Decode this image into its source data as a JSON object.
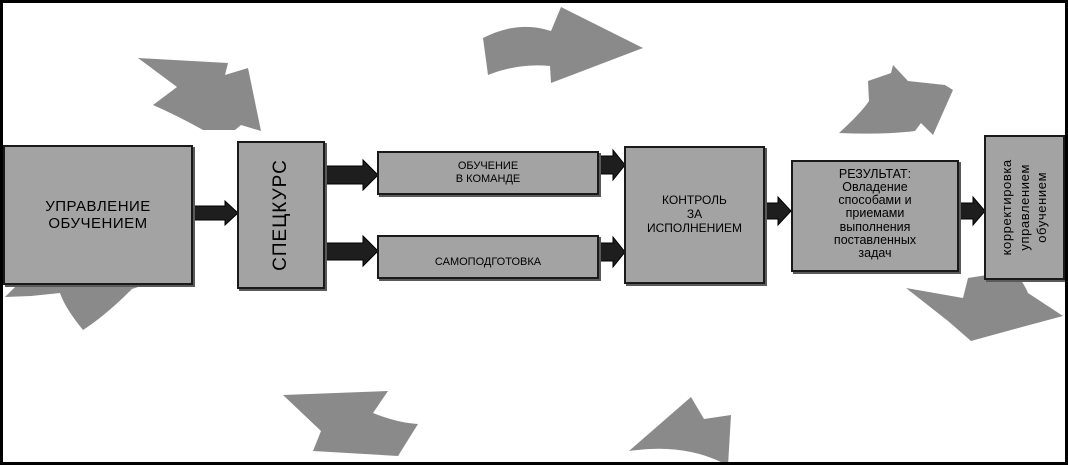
{
  "diagram": {
    "boxes": {
      "management": "УПРАВЛЕНИЕ\nОБУЧЕНИЕМ",
      "special_course": "СПЕЦКУРС",
      "team_training": "ОБУЧЕНИЕ\nВ КОМАНДЕ",
      "self_training": "САМОПОДГОТОВКА",
      "control": "КОНТРОЛЬ\nЗА\nИСПОЛНЕНИЕМ",
      "result": "РЕЗУЛЬТАТ:\nОвладение\nспособами и\nприемами\nвыполнения\nпоставленных\nзадач",
      "correction": [
        "корректировка",
        "управлением",
        "обучением"
      ]
    },
    "colors": {
      "box_fill": "#a3a3a3",
      "cycle_arrow": "#8a8a8a",
      "flow_arrow": "#1e1e1e",
      "border": "#000000"
    },
    "icons": {
      "cycle": "curved-arrow-icon",
      "flow": "block-arrow-right-icon"
    }
  }
}
